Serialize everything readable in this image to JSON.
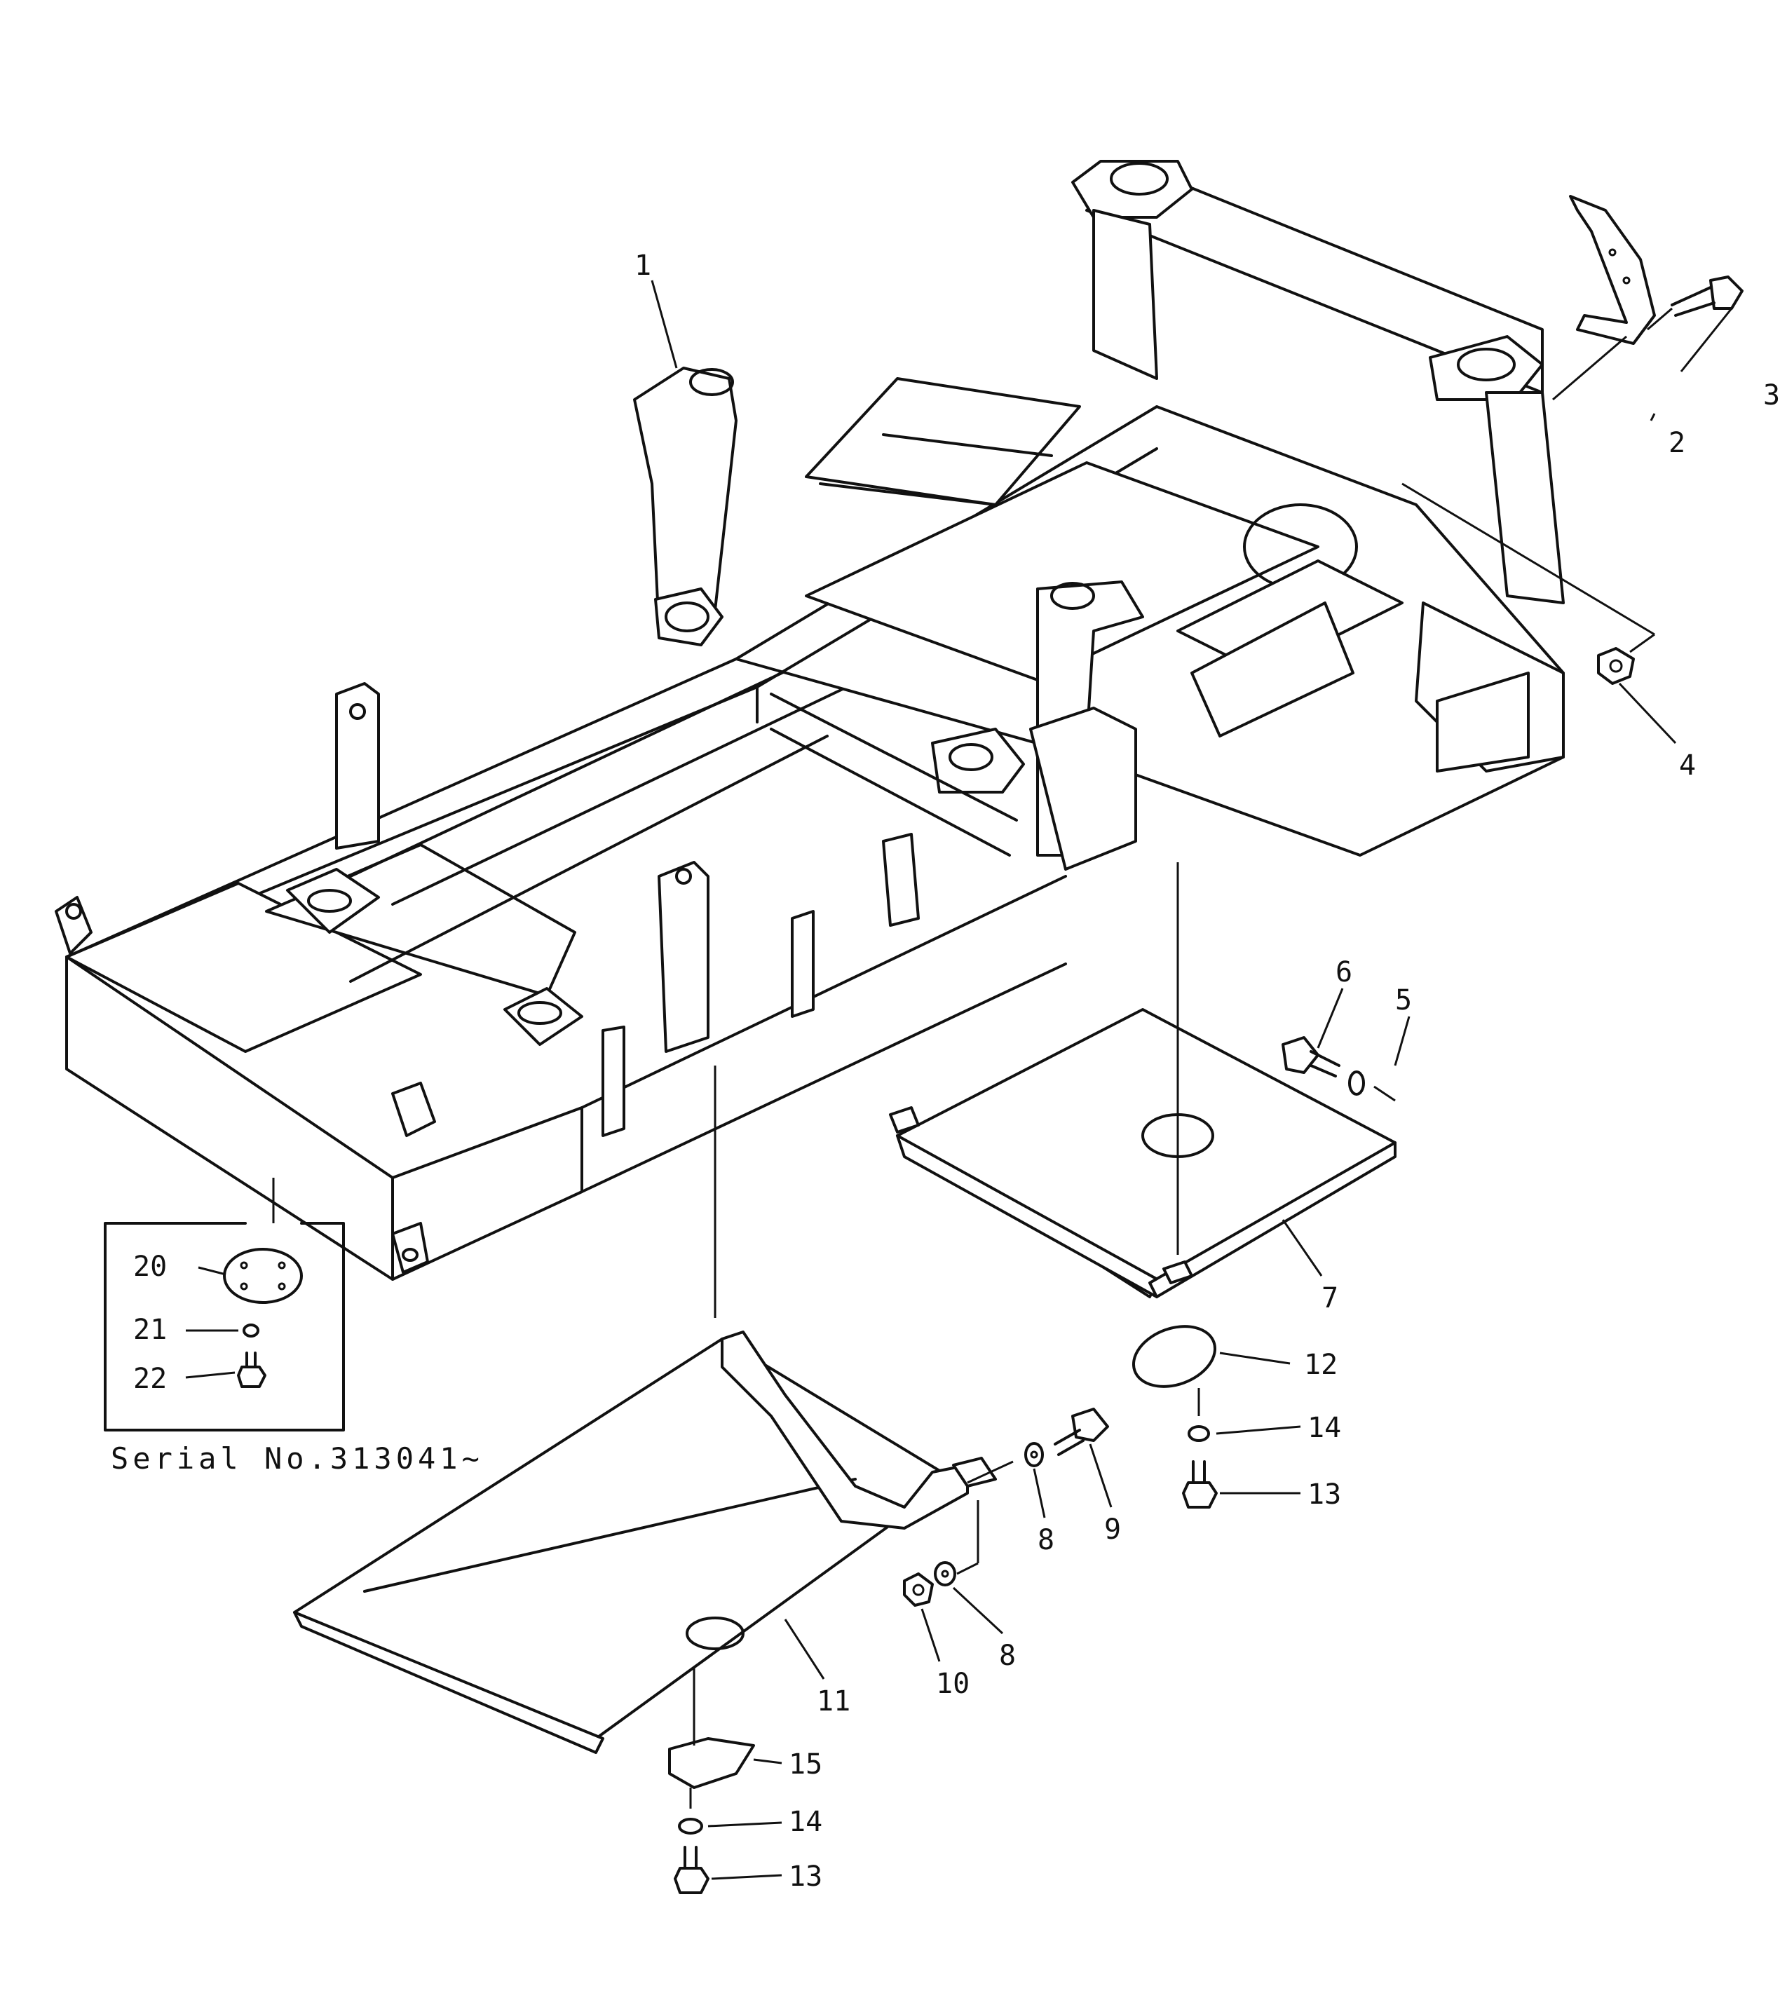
{
  "diagram": {
    "callouts": [
      "1",
      "2",
      "3",
      "4",
      "5",
      "6",
      "7",
      "8",
      "8",
      "9",
      "10",
      "11",
      "12",
      "13",
      "13",
      "14",
      "14",
      "15",
      "20",
      "21",
      "22"
    ],
    "inset_caption": "Serial No.313041~"
  },
  "parts": {
    "p1": "1",
    "p2": "2",
    "p3": "3",
    "p4": "4",
    "p5": "5",
    "p6": "6",
    "p7": "7",
    "p8a": "8",
    "p8b": "8",
    "p9": "9",
    "p10": "10",
    "p11": "11",
    "p12": "12",
    "p13a": "13",
    "p13b": "13",
    "p14a": "14",
    "p14b": "14",
    "p15": "15",
    "p20": "20",
    "p21": "21",
    "p22": "22"
  },
  "inset": {
    "caption": "Serial No.313041~"
  }
}
